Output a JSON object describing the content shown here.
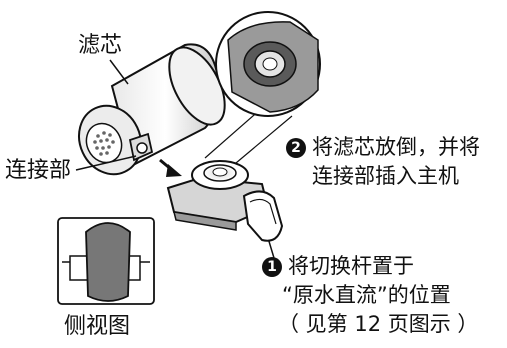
{
  "labels": {
    "filter_cartridge": "滤芯",
    "connector": "连接部",
    "side_view": "侧视图"
  },
  "step2": {
    "number": "2",
    "line1": "将滤芯放倒，并将",
    "line2": "连接部插入主机"
  },
  "step1": {
    "number": "1",
    "line1": "将切换杆置于",
    "line2": "“原水直流”的位置",
    "line3": "（ 见第 12 页图示 ）"
  },
  "colors": {
    "ink": "#111111",
    "shade_dark": "#5a5a5a",
    "shade_mid": "#9a9a9a",
    "shade_light": "#d6d6d6"
  }
}
